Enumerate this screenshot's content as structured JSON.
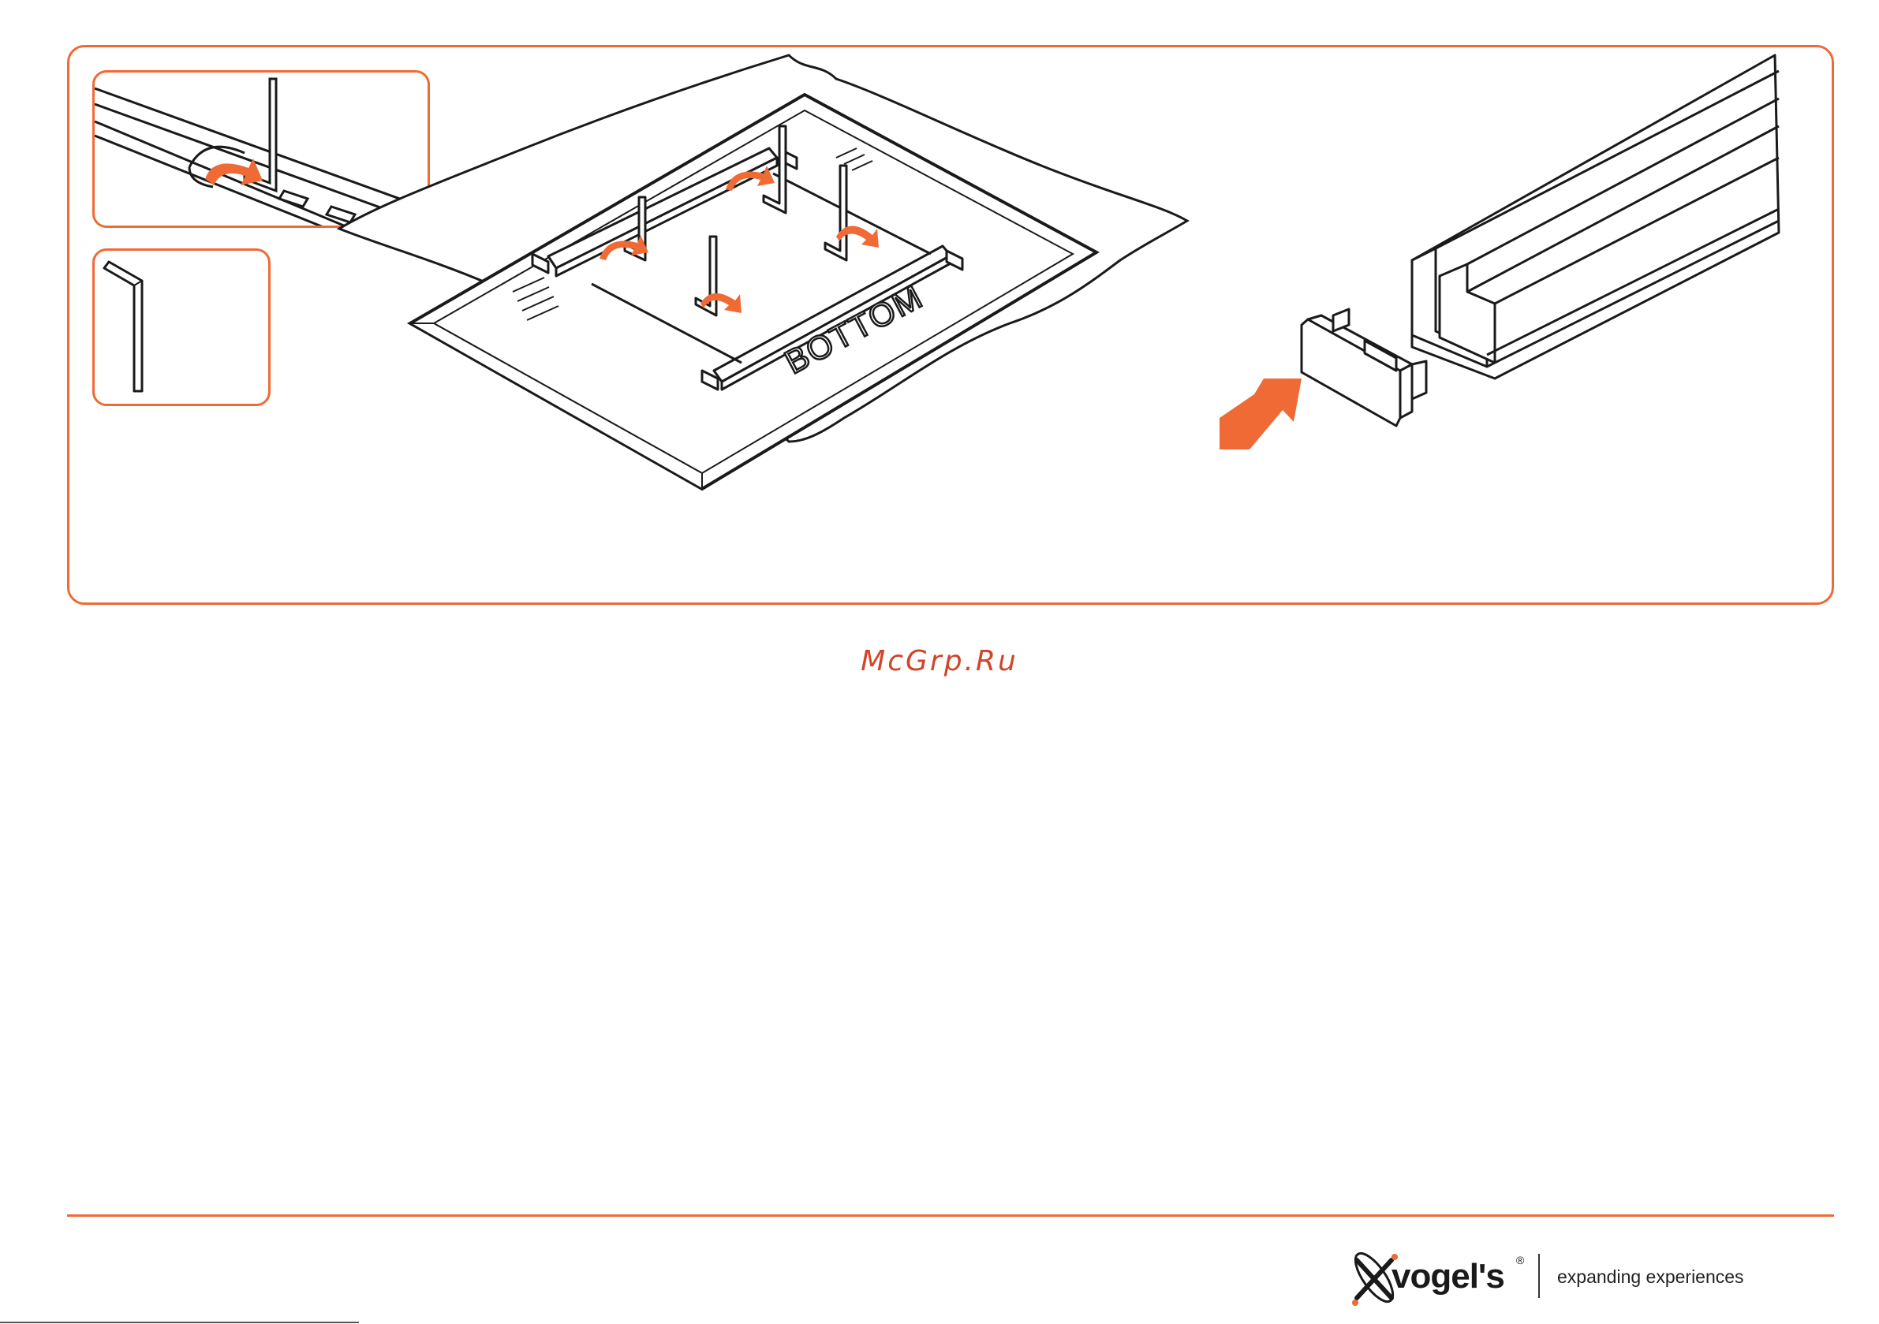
{
  "watermark": "McGrp.Ru",
  "brand": {
    "name": "vogel's",
    "registered_mark": "®",
    "tagline": "expanding experiences"
  },
  "illustration_text": {
    "bottom_label": "BOTTOM"
  },
  "colors": {
    "accent": "#ef6a35",
    "line": "#1a1a1a",
    "watermark": "#d2452a"
  },
  "icons": [
    "rail-detail-icon",
    "hex-key-icon",
    "tv-mounting-diagram",
    "end-cap-diagram",
    "insert-arrow-icon",
    "rotate-arrow-icon"
  ]
}
